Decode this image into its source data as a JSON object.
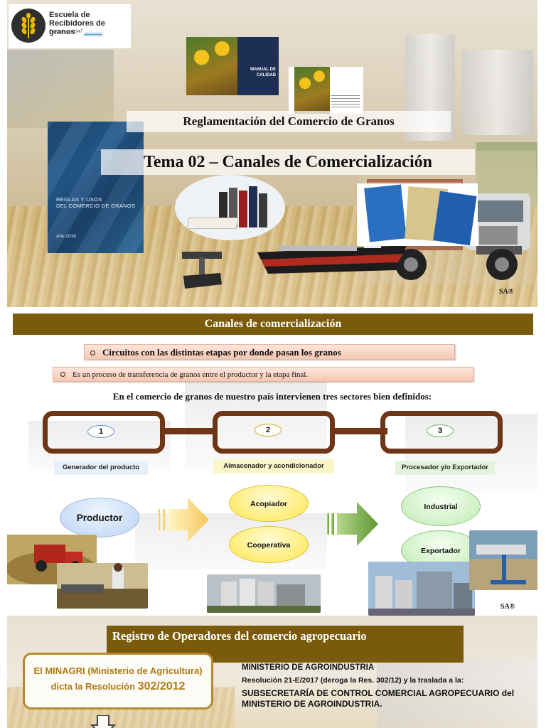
{
  "slide1": {
    "logo": {
      "line1": "Escuela de",
      "line2": "Recibidores de granos",
      "tagline": "Fundada en 1947",
      "icon": "wheat-icon"
    },
    "manual_label": "MANUAL DE CALIDAD",
    "blue_book": {
      "title_line1": "REGLAS Y USOS",
      "title_line2": "DEL COMERCIO DE GRANOS",
      "year": "Año 2016"
    },
    "title": "Reglamentación del Comercio de Granos",
    "tema": "Tema 02 – Canales de Comercialización",
    "signature": "SA®"
  },
  "slide2": {
    "header": "Canales de comercialización",
    "bullet1": "Circuitos con  las distintas etapas por donde pasan los granos",
    "bullet2": "Es un proceso de transferencia de granos entre el productor y la etapa final.",
    "lead": "En el comercio de granos de nuestro país intervienen tres sectores bien definidos:",
    "sectors": [
      {
        "number": "1",
        "label": "Generador del producto"
      },
      {
        "number": "2",
        "label": "Almacenador y acondicionador"
      },
      {
        "number": "3",
        "label": "Procesador y/o Exportador"
      }
    ],
    "flow": {
      "producer": "Productor",
      "middle": [
        "Acopiador",
        "Cooperativa"
      ],
      "final": [
        "Industrial",
        "Exportador"
      ]
    },
    "signature": "SA®"
  },
  "slide3": {
    "header": "Registro de Operadores del comercio agropecuario",
    "box_line1": "El MINAGRI (Ministerio de Agricultura)",
    "box_line2_prefix": "dicta la Resolución ",
    "box_line2_number": "302/2012",
    "ministry": "MINISTERIO DE AGROINDUSTRIA",
    "resolution": "Resolución 21-E/2017 (deroga la Res. 302/12) y la traslada a la:",
    "subsecretaria": "SUBSECRETARÍA DE CONTROL COMERCIAL AGROPECUARIO del MINISTERIO DE AGROINDUSTRIA."
  },
  "colors": {
    "header_brown": "#7a5b0d",
    "chain_brown": "#6e3516",
    "oval_blue": "#cfe1f6",
    "oval_yellow": "#fff3a6",
    "oval_green": "#ddf5d6"
  }
}
